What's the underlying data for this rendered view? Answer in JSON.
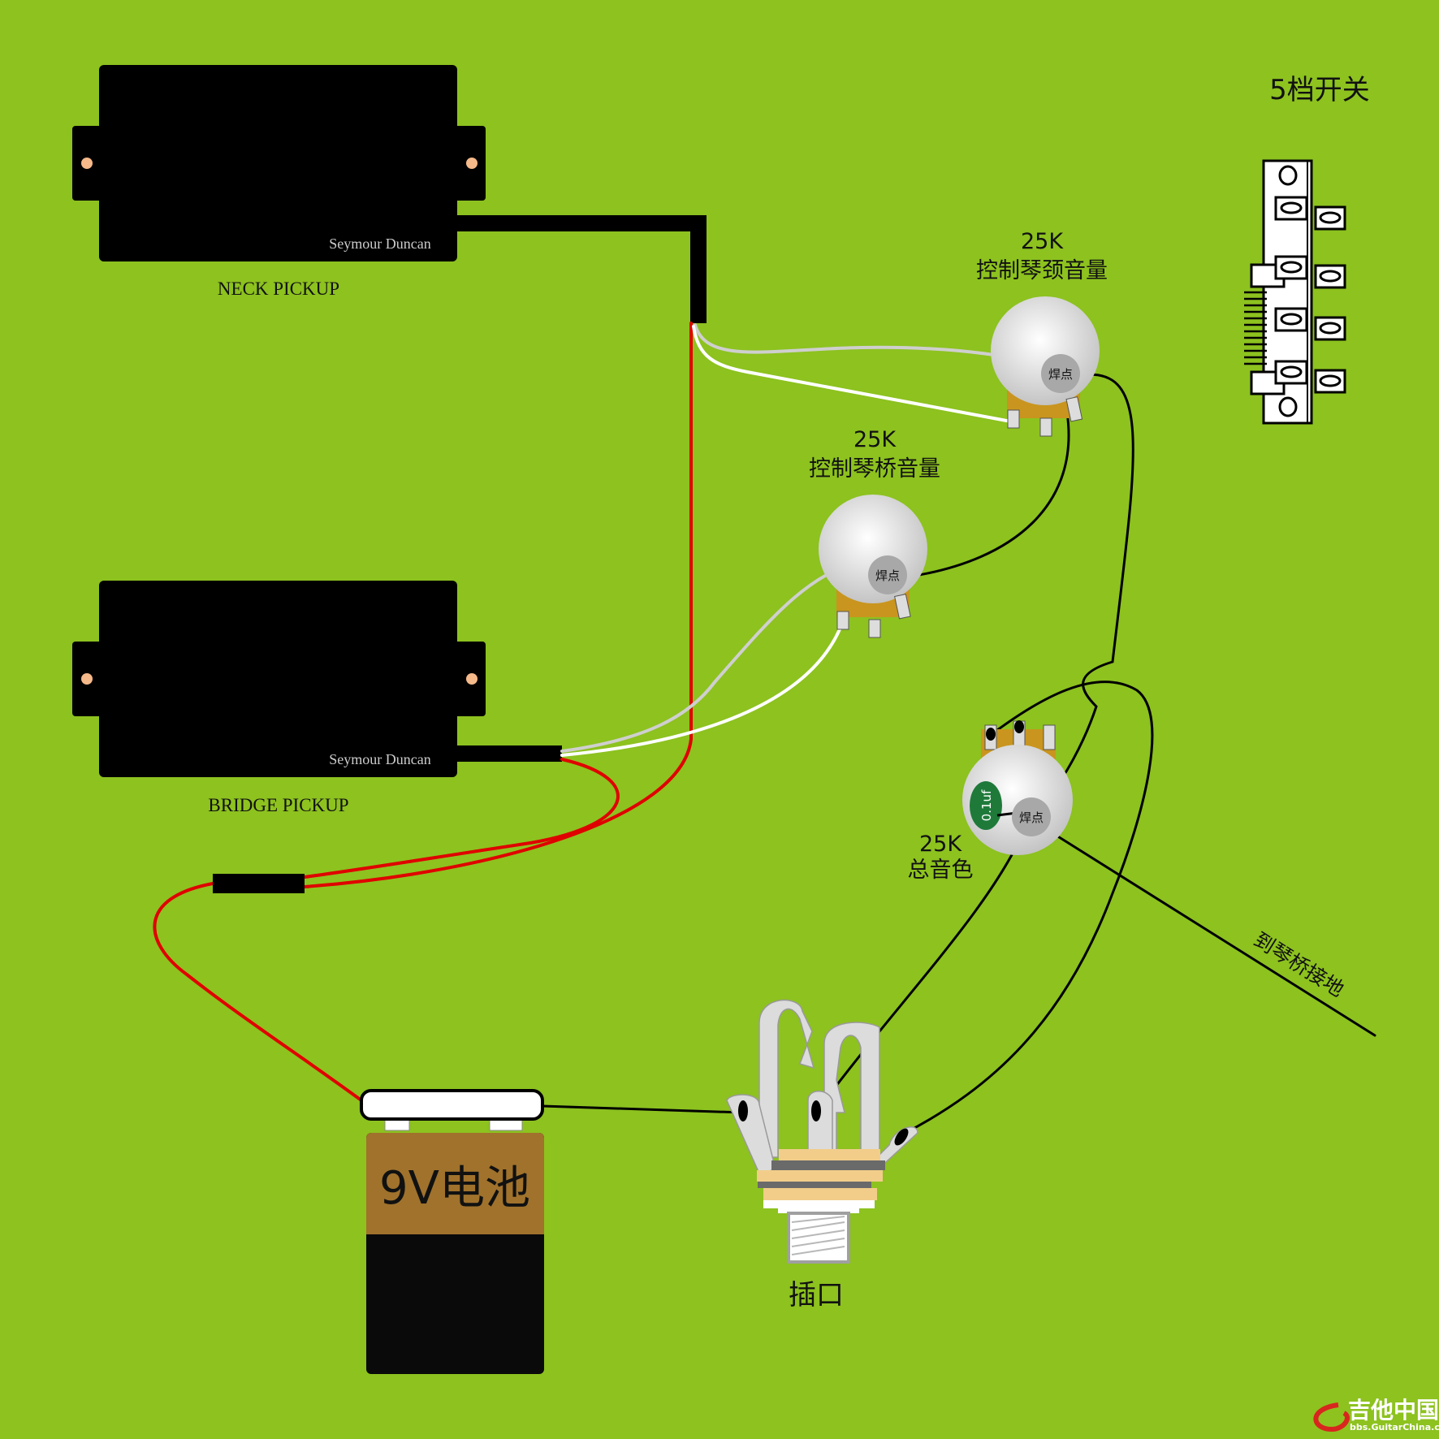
{
  "colors": {
    "background": "#8dc21f",
    "pickup": "#000000",
    "red_wire": "#e00000",
    "battery_top": "#a0722c",
    "battery_bottom": "#0a0a0a",
    "capacitor": "#1f7a3a",
    "solder": "#a8a8a8"
  },
  "neck_pickup": {
    "brand": "Seymour Duncan",
    "label": "NECK PICKUP"
  },
  "bridge_pickup": {
    "brand": "Seymour Duncan",
    "label": "BRIDGE PICKUP"
  },
  "switch": {
    "title": "5档开关"
  },
  "neck_volume": {
    "value": "25K",
    "label": "控制琴颈音量",
    "solder": "焊点"
  },
  "bridge_volume": {
    "value": "25K",
    "label": "控制琴桥音量",
    "solder": "焊点"
  },
  "tone": {
    "value": "25K",
    "label": "总音色",
    "solder": "焊点",
    "capacitor": "0.1uf"
  },
  "ground": {
    "label": "到琴桥接地"
  },
  "battery": {
    "label": "9V电池"
  },
  "jack": {
    "label": "插口"
  },
  "watermark": {
    "name": "吉他中国",
    "url": "bbs.GuitarChina.com"
  }
}
